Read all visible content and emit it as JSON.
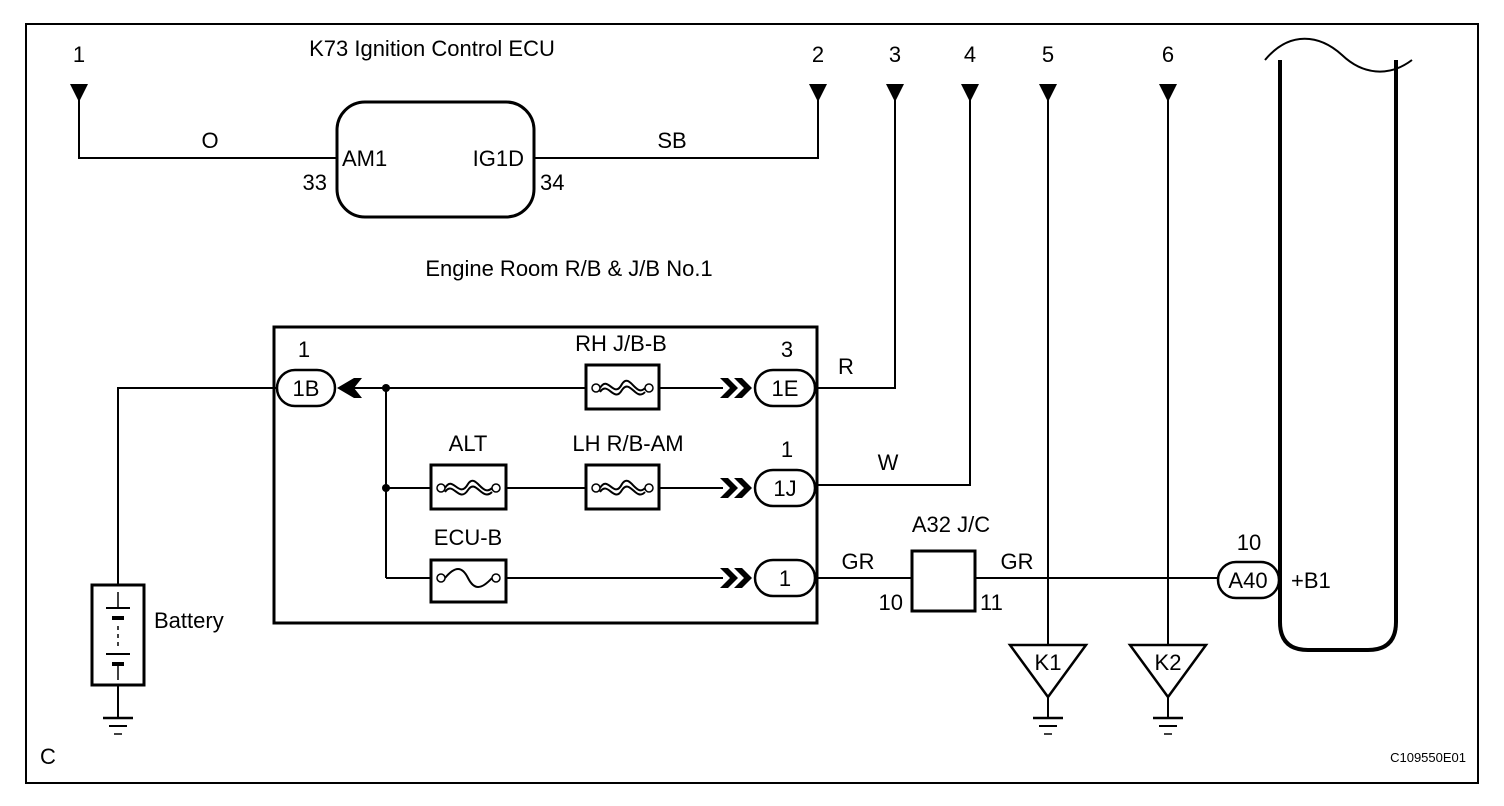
{
  "ecu": {
    "title": "K73 Ignition Control ECU",
    "pin_left_name": "AM1",
    "pin_left_num": "33",
    "pin_right_name": "IG1D",
    "pin_right_num": "34"
  },
  "arrows": [
    "1",
    "2",
    "3",
    "4",
    "5",
    "6"
  ],
  "wires": {
    "o": "O",
    "sb": "SB",
    "r": "R",
    "w": "W",
    "gr_left": "GR",
    "gr_right": "GR"
  },
  "relay_block": {
    "title": "Engine Room R/B & J/B No.1",
    "conn_1b": "1B",
    "conn_1b_pin": "1",
    "conn_1e": "1E",
    "conn_1e_pin": "3",
    "conn_1j": "1J",
    "conn_1j_pin": "1",
    "conn_gr": "1",
    "fuse_rh": "RH J/B-B",
    "fuse_alt": "ALT",
    "fuse_lh": "LH R/B-AM",
    "fuse_ecu": "ECU-B"
  },
  "junction": {
    "label": "A32 J/C",
    "pin_in": "10",
    "pin_out": "11"
  },
  "a40": {
    "label": "A40",
    "pin": "10",
    "terminal": "+B1"
  },
  "battery": "Battery",
  "grounds": [
    "K1",
    "K2"
  ],
  "corner": "C",
  "figure_code": "C109550E01"
}
